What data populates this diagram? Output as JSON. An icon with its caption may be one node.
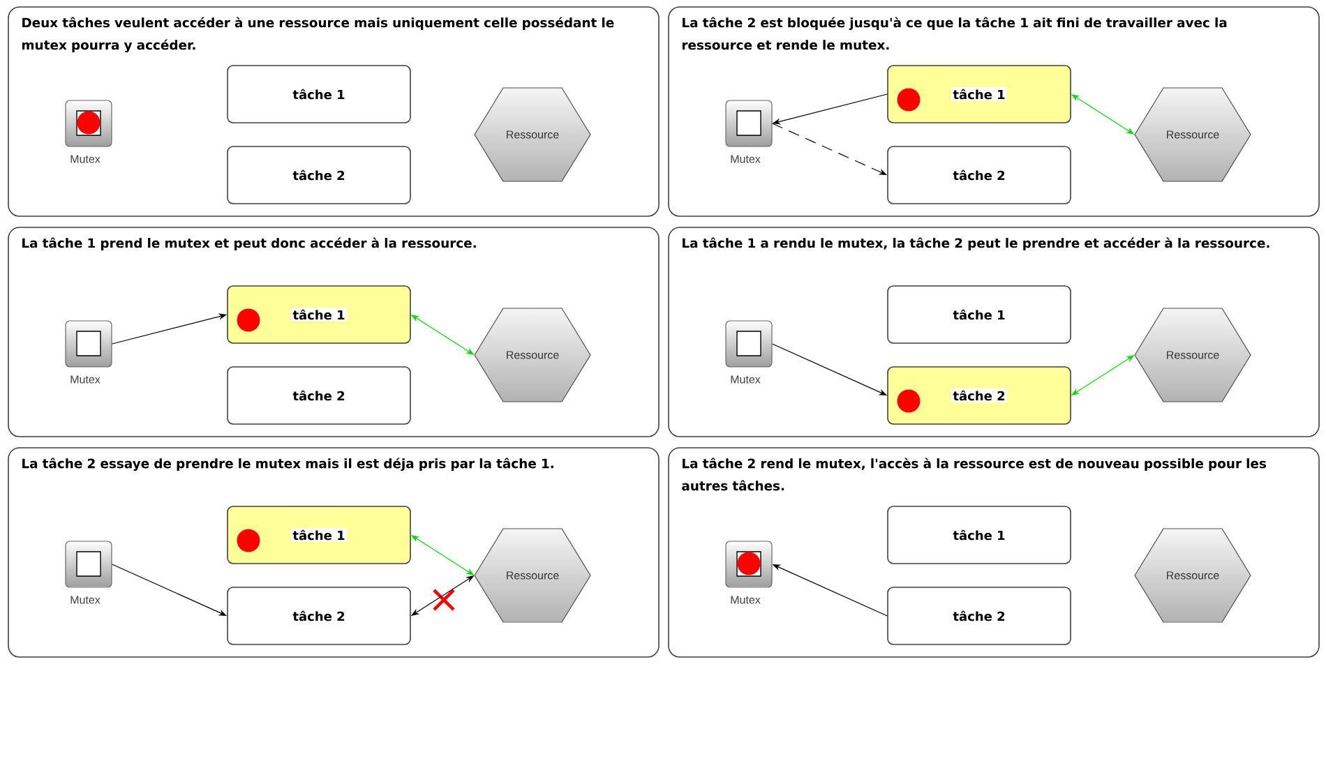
{
  "diagram": {
    "nodes": [
      {
        "text": [
          "Deux tâches veulent accéder à une ressource mais uniquement celle possédant le mutex pourra y accéder."
        ]
      },
      {
        "text": [
          "Mutex"
        ],
        "in": 0
      },
      {
        "text": [
          "tâche 1"
        ],
        "in": 0
      },
      {
        "text": [
          "tâche 2"
        ],
        "in": 0
      },
      {
        "text": [
          "Ressource"
        ],
        "in": 0
      },
      {
        "text": [],
        "shape": "circle",
        "in": 1
      },
      {
        "text": [
          "La tâche 2 est bloquée jusqu'à ce que la tâche 1 ait fini de travailler avec la ressource et rende le mutex."
        ]
      },
      {
        "text": [
          "Mutex"
        ],
        "in": 6
      },
      {
        "text": [
          "tâche 1"
        ],
        "in": 6
      },
      {
        "text": [
          "tâche 2"
        ],
        "in": 6
      },
      {
        "text": [
          "Ressource"
        ],
        "in": 6
      },
      {
        "text": [],
        "shape": "circle",
        "in": 8
      },
      {
        "text": [
          "La tâche 1 prend le mutex et peut donc accéder à la ressource."
        ]
      },
      {
        "text": [
          "Mutex"
        ],
        "in": 12
      },
      {
        "text": [
          "tâche 1"
        ],
        "in": 12
      },
      {
        "text": [
          "tâche 2"
        ],
        "in": 12
      },
      {
        "text": [
          "Ressource"
        ],
        "in": 12
      },
      {
        "text": [],
        "shape": "circle",
        "in": 14
      },
      {
        "text": [
          "La tâche 1 a rendu le mutex, la tâche 2 peut le prendre et accéder à la ressource."
        ]
      },
      {
        "text": [
          "Mutex"
        ],
        "in": 18
      },
      {
        "text": [
          "tâche 1"
        ],
        "in": 18
      },
      {
        "text": [
          "tâche 2"
        ],
        "in": 18
      },
      {
        "text": [
          "Ressource"
        ],
        "in": 18
      },
      {
        "text": [],
        "shape": "circle",
        "in": 21
      },
      {
        "text": [
          "La tâche 2 essaye de prendre le mutex mais il est déja pris par la tâche 1."
        ]
      },
      {
        "text": [
          "Mutex"
        ],
        "in": 24
      },
      {
        "text": [
          "tâche 1"
        ],
        "in": 24
      },
      {
        "text": [
          "tâche 2"
        ],
        "in": 24
      },
      {
        "text": [
          "Ressource"
        ],
        "in": 24
      },
      {
        "text": [],
        "shape": "circle",
        "in": 26
      },
      {
        "text": [
          "La tâche 2 rend le mutex, l'accès à la ressource est de nouveau possible pour les autres tâches."
        ]
      },
      {
        "text": [
          "Mutex"
        ],
        "in": 30
      },
      {
        "text": [
          "tâche 1"
        ],
        "in": 30
      },
      {
        "text": [
          "tâche 2"
        ],
        "in": 30
      },
      {
        "text": [
          "Ressource"
        ],
        "in": 30
      },
      {
        "text": [],
        "shape": "circle",
        "in": 31
      }
    ],
    "edges": [
      {
        "from": 8,
        "to": 7,
        "arrow": "to"
      },
      {
        "from": 7,
        "to": 9,
        "arrow": "to",
        "style": "dashed"
      },
      {
        "from": 8,
        "to": 10,
        "arrow": "both",
        "color": "#00dd00"
      },
      {
        "from": 13,
        "to": 14,
        "arrow": "to"
      },
      {
        "from": 14,
        "to": 16,
        "arrow": "both",
        "color": "#00dd00"
      },
      {
        "from": 19,
        "to": 21,
        "arrow": "to"
      },
      {
        "from": 21,
        "to": 22,
        "arrow": "both",
        "color": "#00dd00"
      },
      {
        "from": 25,
        "to": 27,
        "arrow": "to"
      },
      {
        "from": 26,
        "to": 28,
        "arrow": "both",
        "color": "#00dd00"
      },
      {
        "from": 27,
        "to": 28,
        "arrow": "both"
      },
      {
        "from": 33,
        "to": 31,
        "arrow": "to"
      }
    ]
  }
}
